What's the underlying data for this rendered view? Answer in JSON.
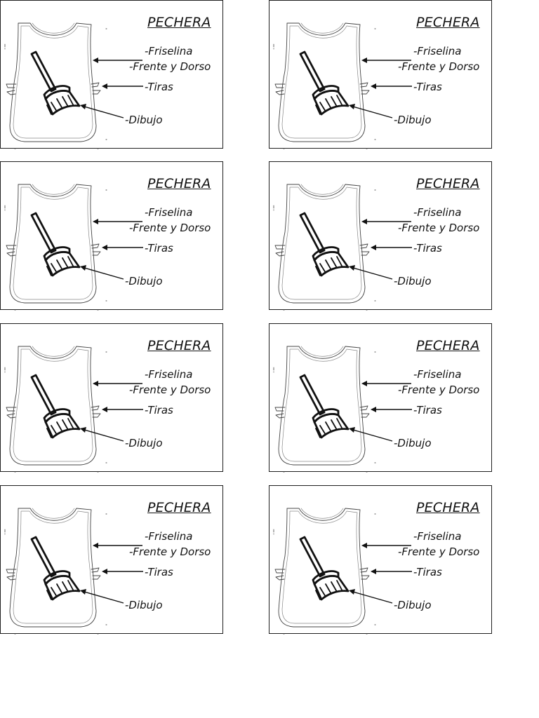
{
  "cards": [
    {
      "title": "PECHERA",
      "material": "-Friselina",
      "sides": "-Frente y Dorso",
      "straps": "-Tiras",
      "drawing": "-Dibujo",
      "illustration": "broom-icon"
    },
    {
      "title": "PECHERA",
      "material": "-Friselina",
      "sides": "-Frente y Dorso",
      "straps": "-Tiras",
      "drawing": "-Dibujo",
      "illustration": "broom-icon"
    },
    {
      "title": "PECHERA",
      "material": "-Friselina",
      "sides": "-Frente y Dorso",
      "straps": "-Tiras",
      "drawing": "-Dibujo",
      "illustration": "broom-icon"
    },
    {
      "title": "PECHERA",
      "material": "-Friselina",
      "sides": "-Frente y Dorso",
      "straps": "-Tiras",
      "drawing": "-Dibujo",
      "illustration": "broom-icon"
    },
    {
      "title": "PECHERA",
      "material": "-Friselina",
      "sides": "-Frente y Dorso",
      "straps": "-Tiras",
      "drawing": "-Dibujo",
      "illustration": "broom-icon"
    },
    {
      "title": "PECHERA",
      "material": "-Friselina",
      "sides": "-Frente y Dorso",
      "straps": "-Tiras",
      "drawing": "-Dibujo",
      "illustration": "broom-icon"
    },
    {
      "title": "PECHERA",
      "material": "-Friselina",
      "sides": "-Frente y Dorso",
      "straps": "-Tiras",
      "drawing": "-Dibujo",
      "illustration": "broom-icon"
    },
    {
      "title": "PECHERA",
      "material": "-Friselina",
      "sides": "-Frente y Dorso",
      "straps": "-Tiras",
      "drawing": "-Dibujo",
      "illustration": "broom-icon"
    }
  ]
}
